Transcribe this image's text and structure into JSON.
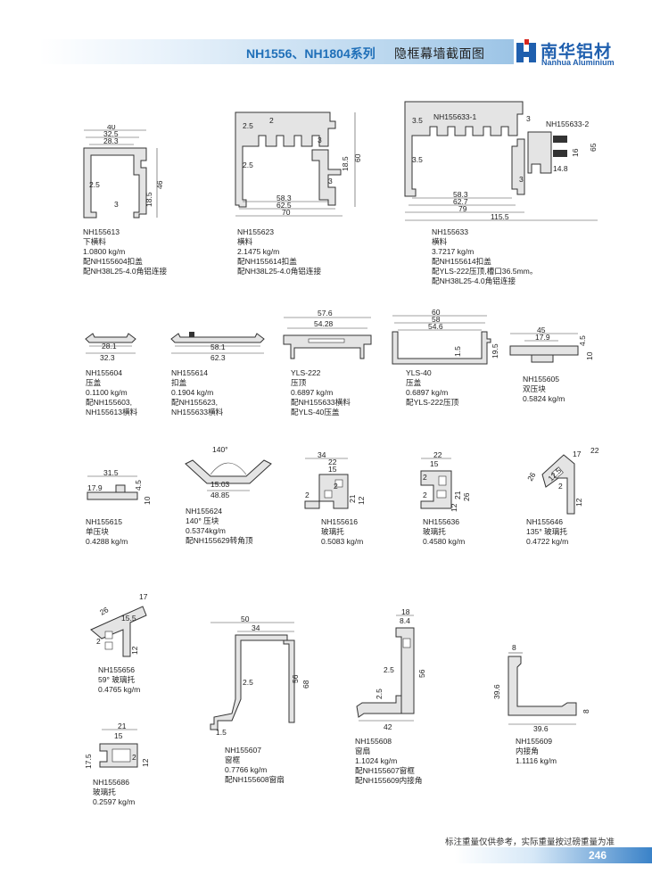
{
  "header": {
    "series": "NH1556、NH1804系列",
    "title": "隐框幕墙截面图",
    "brand_cn": "南华铝材",
    "brand_en": "Nanhua Aluminium"
  },
  "colors": {
    "brand": "#1f5fae",
    "accent_red": "#d7261e"
  },
  "profiles": [
    {
      "id": "p1",
      "code": "NH155613",
      "lines": [
        "下横料",
        "1.0800 kg/m",
        "配NH155604扣盖",
        "配NH38L25-4.0角铝连接"
      ],
      "dims": [
        "40",
        "32.5",
        "28.3",
        "2.5",
        "3",
        "18.5",
        "46"
      ]
    },
    {
      "id": "p2",
      "code": "NH155623",
      "lines": [
        "横料",
        "2.1475 kg/m",
        "配NH155614扣盖",
        "配NH38L25-4.0角铝连接"
      ],
      "dims": [
        "2.5",
        "2",
        "3",
        "18.5",
        "60",
        "2.5",
        "3",
        "58.3",
        "62.5",
        "70"
      ]
    },
    {
      "id": "p3",
      "code": "NH155633",
      "lines": [
        "横料",
        "3.7217 kg/m",
        "配NH155614扣盖",
        "配YLS-222压顶,槽口36.5mm。",
        "配NH38L25-4.0角铝连接"
      ],
      "dims": [
        "NH155633-1",
        "NH155633-2",
        "3.5",
        "3",
        "3.5",
        "3",
        "16",
        "65",
        "14.8",
        "58.3",
        "62.7",
        "79",
        "115.5"
      ]
    },
    {
      "id": "p4",
      "code": "NH155604",
      "lines": [
        "压盖",
        "0.1100 kg/m",
        "配NH155603,",
        "NH155613横料"
      ],
      "dims": [
        "28.1",
        "32.3"
      ]
    },
    {
      "id": "p5",
      "code": "NH155614",
      "lines": [
        "扣盖",
        "0.1904 kg/m",
        "配NH155623,",
        "NH155633横料"
      ],
      "dims": [
        "58.1",
        "62.3"
      ]
    },
    {
      "id": "p6",
      "code": "YLS-222",
      "lines": [
        "压顶",
        "0.6897 kg/m",
        "配NH155633横料",
        "配YLS-40压盖"
      ],
      "dims": [
        "57.6",
        "54.28"
      ]
    },
    {
      "id": "p7",
      "code": "YLS-40",
      "lines": [
        "压盖",
        "0.6897 kg/m",
        "配YLS-222压顶"
      ],
      "dims": [
        "60",
        "58",
        "54.6",
        "1.5",
        "19.5"
      ]
    },
    {
      "id": "p8",
      "code": "NH155605",
      "lines": [
        "双压块",
        "0.5824 kg/m"
      ],
      "dims": [
        "45",
        "17.9",
        "4.5",
        "10"
      ]
    },
    {
      "id": "p9",
      "code": "NH155615",
      "lines": [
        "单压块",
        "0.4288 kg/m"
      ],
      "dims": [
        "31.5",
        "17.9",
        "4.5",
        "10"
      ]
    },
    {
      "id": "p10",
      "code": "NH155624",
      "lines": [
        "140° 压块",
        "0.5374kg/m",
        "配NH155629转角顶"
      ],
      "dims": [
        "140°",
        "15.03",
        "48.85"
      ]
    },
    {
      "id": "p11",
      "code": "NH155616",
      "lines": [
        "玻璃托",
        "0.5083 kg/m"
      ],
      "dims": [
        "34",
        "22",
        "15",
        "2",
        "2",
        "21",
        "12"
      ]
    },
    {
      "id": "p12",
      "code": "NH155636",
      "lines": [
        "玻璃托",
        "0.4580 kg/m"
      ],
      "dims": [
        "22",
        "15",
        "2",
        "2",
        "21",
        "26",
        "12"
      ]
    },
    {
      "id": "p13",
      "code": "NH155646",
      "lines": [
        "135° 玻璃托",
        "0.4722 kg/m"
      ],
      "dims": [
        "22",
        "17",
        "26",
        "12.5",
        "2",
        "12"
      ]
    },
    {
      "id": "p14",
      "code": "NH155656",
      "lines": [
        "59° 玻璃托",
        "0.4765 kg/m"
      ],
      "dims": [
        "17",
        "26",
        "15.5",
        "2",
        "12"
      ]
    },
    {
      "id": "p15",
      "code": "NH155607",
      "lines": [
        "窗框",
        "0.7766 kg/m",
        "配NH155608窗扇"
      ],
      "dims": [
        "50",
        "34",
        "2.5",
        "56",
        "68",
        "1.5"
      ]
    },
    {
      "id": "p16",
      "code": "NH155608",
      "lines": [
        "窗扇",
        "1.1024 kg/m",
        "配NH155607窗框",
        "配NH155609内接角"
      ],
      "dims": [
        "18",
        "8.4",
        "2.5",
        "56",
        "2.5",
        "42"
      ]
    },
    {
      "id": "p17",
      "code": "NH155609",
      "lines": [
        "内接角",
        "1.1116 kg/m"
      ],
      "dims": [
        "8",
        "39.6",
        "39.6",
        "8"
      ]
    },
    {
      "id": "p18",
      "code": "NH155686",
      "lines": [
        "玻璃托",
        "0.2597 kg/m"
      ],
      "dims": [
        "21",
        "15",
        "17.5",
        "12",
        "2"
      ]
    }
  ],
  "footer": {
    "note": "标注重量仅供参考，实际重量按过磅重量为准",
    "page": "246"
  }
}
